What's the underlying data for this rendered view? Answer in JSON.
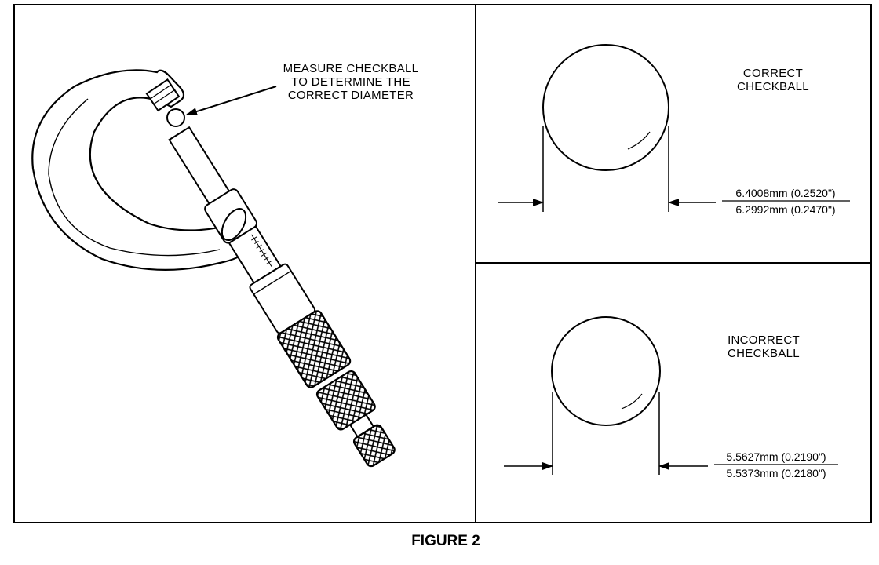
{
  "figure": {
    "caption": "FIGURE 2",
    "micrometer": {
      "label_lines": [
        "MEASURE CHECKBALL",
        "TO DETERMINE THE",
        "CORRECT DIAMETER"
      ]
    },
    "correct": {
      "label_lines": [
        "CORRECT",
        "CHECKBALL"
      ],
      "dim_upper": "6.4008mm (0.2520\")",
      "dim_lower": "6.2992mm (0.2470\")"
    },
    "incorrect": {
      "label_lines": [
        "INCORRECT",
        "CHECKBALL"
      ],
      "dim_upper": "5.5627mm (0.2190\")",
      "dim_lower": "5.5373mm (0.2180\")"
    }
  }
}
